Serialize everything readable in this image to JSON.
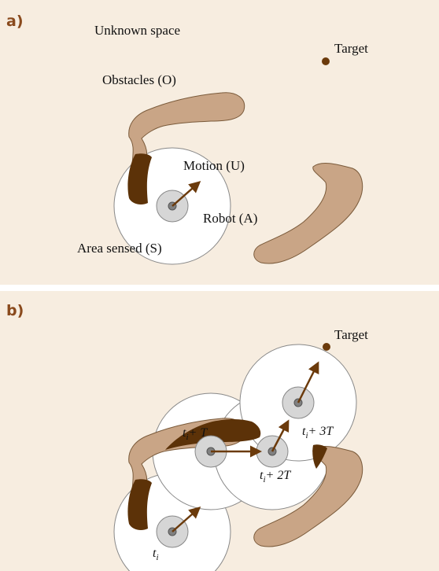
{
  "panel_a": {
    "label": "a)",
    "unknown_space": "Unknown space",
    "target": "Target",
    "obstacles": "Obstacles (O)",
    "motion": "Motion (U)",
    "robot": "Robot (A)",
    "area_sensed": "Area sensed (S)"
  },
  "panel_b": {
    "label": "b)",
    "target": "Target",
    "t_base": "t",
    "t_sub": "i",
    "step1_suffix": "+ T",
    "step2_suffix": "+ 2T",
    "step3_suffix": "+ 3T"
  },
  "colors": {
    "background": "#f7ede0",
    "obstacle": "#c9a586",
    "obstacle_sensed": "#5c3208",
    "arrow": "#6b3a0b",
    "robot_ring": "#d6d6d6",
    "robot_core": "#808080",
    "label_accent": "#8a4a1d"
  }
}
